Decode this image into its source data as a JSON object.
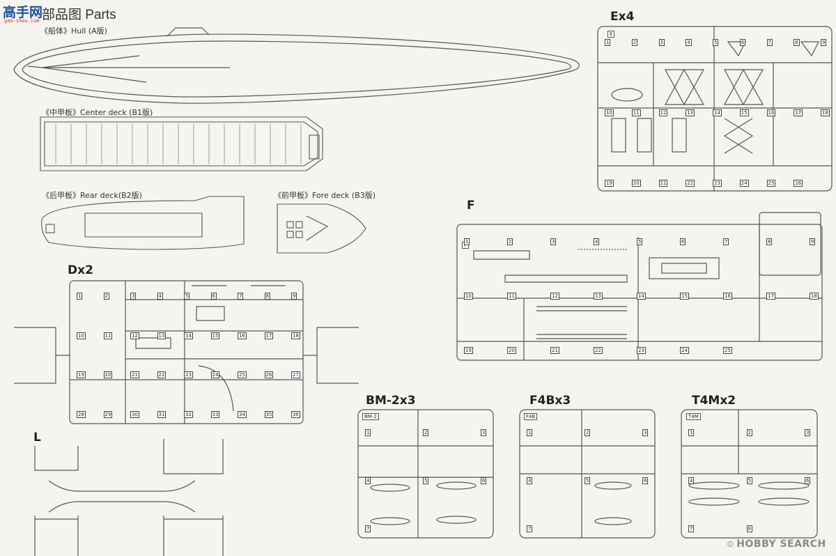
{
  "header": {
    "logo_text": "高手网",
    "logo_url_text": "gao-shou.com",
    "title": "部品图 Parts"
  },
  "captions": {
    "hull": "《船体》Hull (A版)",
    "center_deck": "《中甲板》Center deck (B1版)",
    "rear_deck": "《后甲板》Rear deck(B2版)",
    "fore_deck": "《前甲板》Fore deck (B3版)"
  },
  "sprues": {
    "ex": {
      "label": "Ex4",
      "tag": "E",
      "numbers": [
        "1",
        "2",
        "3",
        "4",
        "5",
        "6",
        "7",
        "8",
        "9",
        "10",
        "11",
        "12",
        "13",
        "14",
        "15",
        "16",
        "17",
        "18",
        "19",
        "20",
        "21",
        "22",
        "23",
        "24",
        "25",
        "26"
      ]
    },
    "f": {
      "label": "F",
      "tag": "F",
      "numbers": [
        "1",
        "2",
        "3",
        "4",
        "5",
        "6",
        "7",
        "8",
        "9",
        "10",
        "11",
        "12",
        "13",
        "14",
        "15",
        "16",
        "17",
        "18",
        "19",
        "20",
        "21",
        "22",
        "23",
        "24",
        "25"
      ]
    },
    "dx": {
      "label": "Dx2",
      "numbers": [
        "1",
        "2",
        "3",
        "4",
        "5",
        "6",
        "7",
        "8",
        "9",
        "10",
        "11",
        "12",
        "13",
        "14",
        "15",
        "16",
        "17",
        "18",
        "19",
        "20",
        "21",
        "22",
        "23",
        "24",
        "25",
        "26",
        "27",
        "28",
        "29",
        "30",
        "31",
        "32",
        "33",
        "34",
        "35",
        "36"
      ]
    },
    "l": {
      "label": "L"
    },
    "bm": {
      "label": "BM-2x3",
      "tag": "BM-2",
      "numbers": [
        "1",
        "2",
        "3",
        "4",
        "5",
        "6",
        "7"
      ]
    },
    "f4b": {
      "label": "F4Bx3",
      "tag": "F4B",
      "numbers": [
        "1",
        "2",
        "3",
        "4",
        "5",
        "6",
        "7"
      ]
    },
    "t4m": {
      "label": "T4Mx2",
      "tag": "T4M",
      "numbers": [
        "1",
        "2",
        "3",
        "4",
        "5",
        "6",
        "7",
        "8"
      ]
    }
  },
  "watermark": {
    "text": "HOBBY SEARCH",
    "icon": "copyright-icon"
  },
  "colors": {
    "line": "#555555",
    "logo": "#1d4f9c",
    "logo_accent": "#c0392b"
  }
}
